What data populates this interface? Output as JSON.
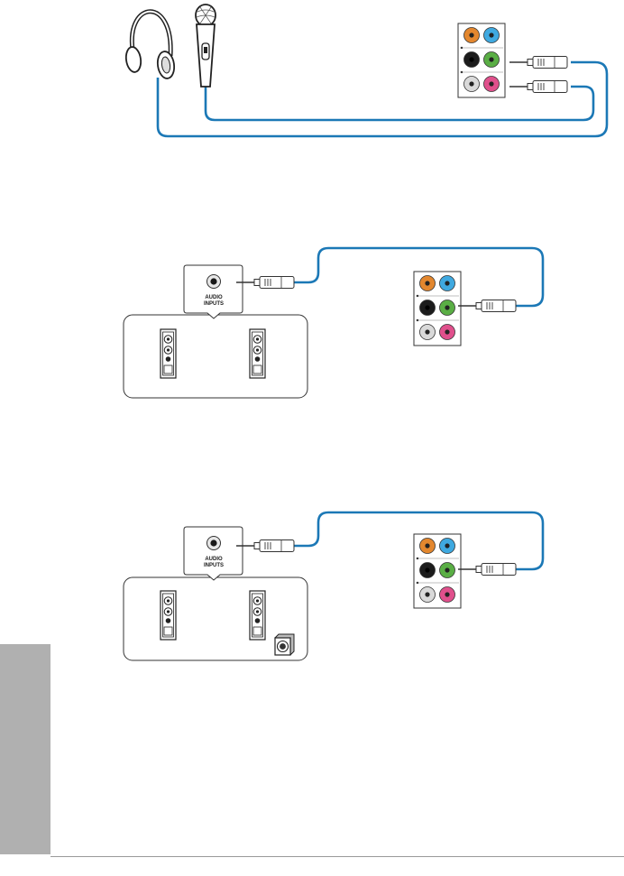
{
  "colors": {
    "cable": "#1b78b6",
    "port_orange": "#e3872e",
    "port_blue": "#3fa9e0",
    "port_black": "#1c1c1c",
    "port_green": "#5aae45",
    "port_gray": "#d9d9d9",
    "port_pink": "#e0508c",
    "side_tab": "#b0b0b0"
  },
  "panel_ports": [
    "orange",
    "blue",
    "black",
    "green",
    "gray",
    "pink"
  ],
  "audio_box_label": [
    "AUDIO",
    "INPUTS"
  ],
  "diagrams": [
    {
      "devices": [
        "headphone-icon",
        "microphone-icon"
      ]
    },
    {
      "devices": [
        "speaker-left-icon",
        "speaker-right-icon"
      ]
    },
    {
      "devices": [
        "speaker-left-icon",
        "speaker-right-icon",
        "subwoofer-icon"
      ]
    }
  ]
}
